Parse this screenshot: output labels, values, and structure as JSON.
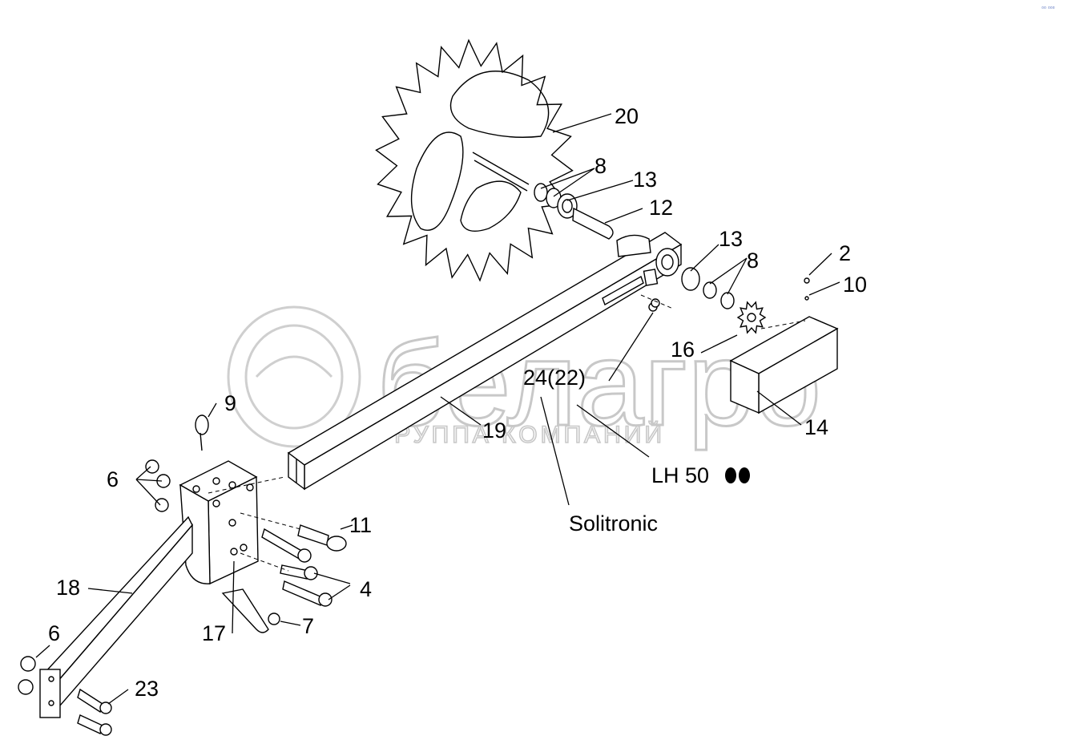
{
  "watermark": {
    "brand": "белагро",
    "subtitle": "ГРУППА КОМПАНИЙ"
  },
  "corner_mark": "▫▫ ▫▫▫",
  "callouts": {
    "c20": "20",
    "c8a": "8",
    "c13a": "13",
    "c12": "12",
    "c13b": "13",
    "c8b": "8",
    "c2": "2",
    "c10": "10",
    "c16": "16",
    "c24": "24(22)",
    "c19": "19",
    "c14": "14",
    "c9": "9",
    "c6a": "6",
    "c11": "11",
    "c4": "4",
    "c18": "18",
    "c7": "7",
    "c17": "17",
    "c6b": "6",
    "c23": "23",
    "lh": "LH 50",
    "sol": "Solitronic"
  }
}
